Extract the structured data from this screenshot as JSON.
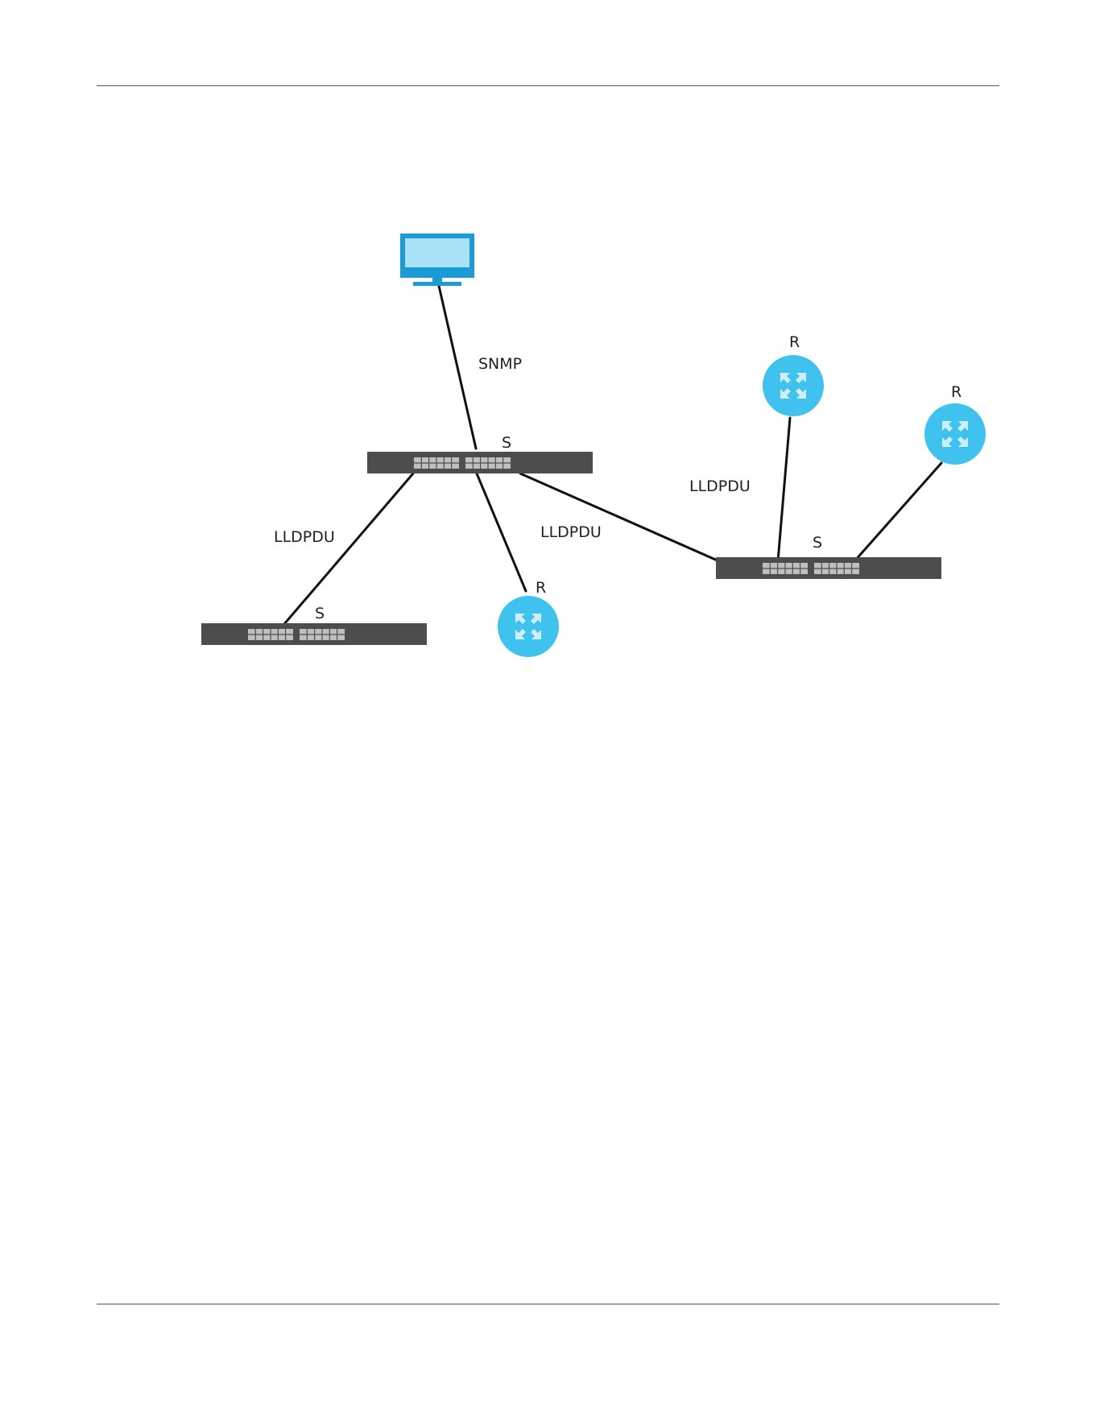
{
  "colors": {
    "switch_body": "#4d4d4d",
    "port_block": "#bfbfbf",
    "router_fill": "#3fc2ee",
    "arrow_fill": "#cdeefa",
    "monitor_frame": "#1a9bd6",
    "monitor_screen": "#a9e1f7",
    "link": "#111111"
  },
  "labels": {
    "snmp": "SNMP",
    "switch_central": "S",
    "switch_left": "S",
    "switch_right": "S",
    "router_center": "R",
    "router_top": "R",
    "router_far": "R",
    "lldpdu_left": "LLDPDU",
    "lldpdu_middle": "LLDPDU",
    "lldpdu_right": "LLDPDU"
  },
  "icons": {
    "monitor": "monitor-icon",
    "switch": "network-switch-icon",
    "router": "router-icon"
  }
}
